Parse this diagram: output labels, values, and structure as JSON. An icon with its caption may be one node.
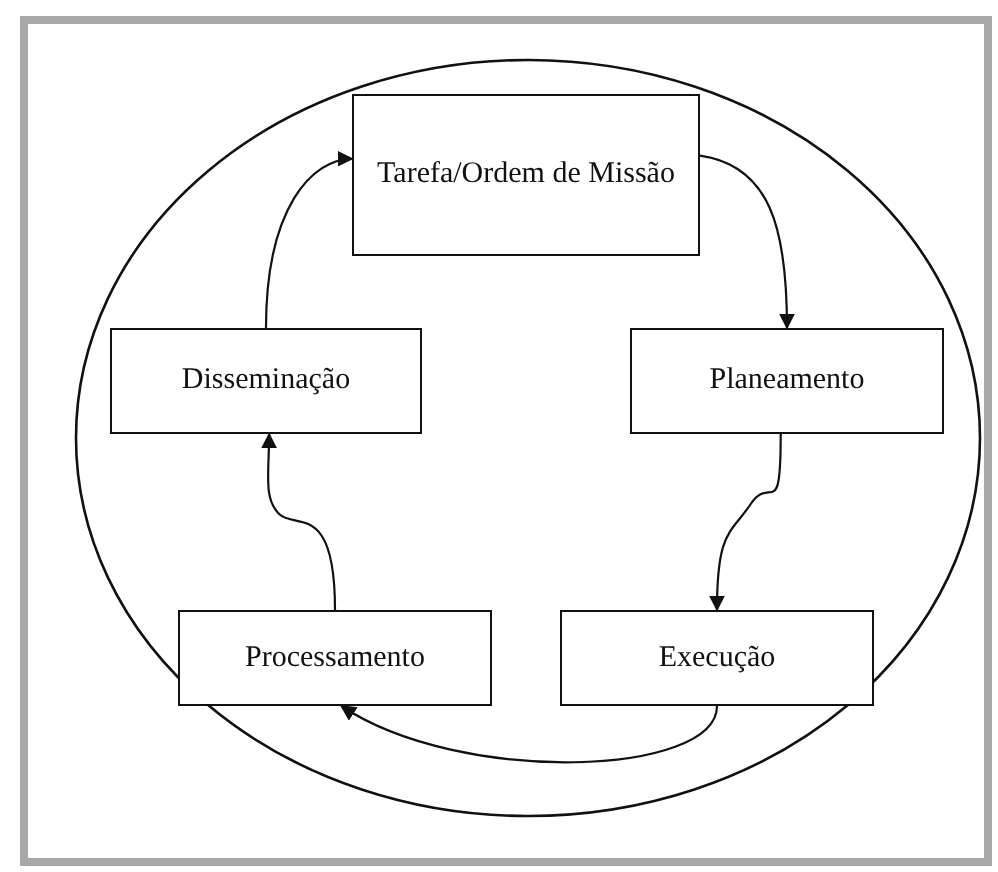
{
  "diagram": {
    "nodes": [
      {
        "text": [
          "Tarefa/Ordem de Missão"
        ]
      },
      {
        "text": [
          "Planeamento"
        ]
      },
      {
        "text": [
          "Execução"
        ]
      },
      {
        "text": [
          "Processamento"
        ]
      },
      {
        "text": [
          "Disseminação"
        ]
      }
    ],
    "edges": [
      {
        "from": 0,
        "to": 1,
        "arrow": "to"
      },
      {
        "from": 1,
        "to": 2,
        "arrow": "to"
      },
      {
        "from": 2,
        "to": 3,
        "arrow": "to"
      },
      {
        "from": 3,
        "to": 4,
        "arrow": "to"
      },
      {
        "from": 4,
        "to": 0,
        "arrow": "to"
      }
    ]
  }
}
